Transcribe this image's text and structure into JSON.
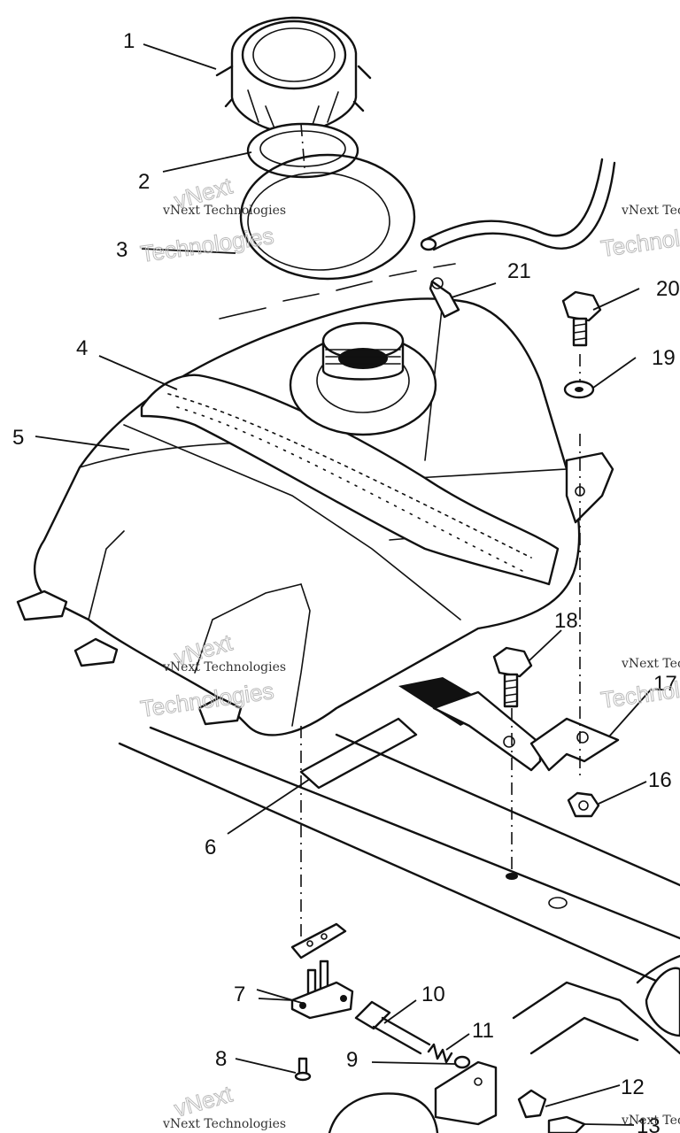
{
  "callouts": {
    "c1": "1",
    "c2": "2",
    "c3": "3",
    "c4": "4",
    "c5": "5",
    "c6": "6",
    "c7": "7",
    "c8": "8",
    "c9": "9",
    "c10": "10",
    "c11": "11",
    "c12": "12",
    "c13": "13",
    "c16": "16",
    "c17": "17",
    "c18": "18",
    "c19": "19",
    "c20": "20",
    "c21": "21"
  },
  "watermark": {
    "line1": "vNext Technologies",
    "line2": "vNext",
    "line3": "Technologies"
  }
}
